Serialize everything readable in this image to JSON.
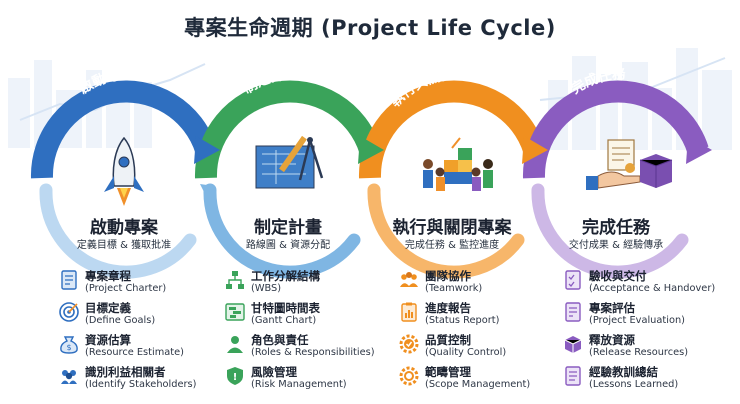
{
  "title": "專案生命週期 (Project Life Cycle)",
  "colors": {
    "blue": "#2f6fc0",
    "green": "#3aa35a",
    "orange": "#f08f1f",
    "purple": "#8a5cc0",
    "light_blue": "#7fb6e3"
  },
  "phases": [
    {
      "arc_label": "啟動專案",
      "title": "啟動專案",
      "subtitle": "定義目標 & 獲取批准",
      "illustration": "rocket-icon",
      "items": [
        {
          "zh": "專案章程",
          "en": "(Project Charter)",
          "icon": "document-icon"
        },
        {
          "zh": "目標定義",
          "en": "(Define Goals)",
          "icon": "target-icon"
        },
        {
          "zh": "資源估算",
          "en": "(Resource Estimate)",
          "icon": "money-bag-icon"
        },
        {
          "zh": "識別利益相關者",
          "en": "(Identify Stakeholders)",
          "icon": "people-icon"
        }
      ]
    },
    {
      "arc_label": "制定計畫",
      "title": "制定計畫",
      "subtitle": "路線圖 & 資源分配",
      "illustration": "blueprint-compass-icon",
      "items": [
        {
          "zh": "工作分解結構",
          "en": "(WBS)",
          "icon": "hierarchy-icon"
        },
        {
          "zh": "甘特圖時間表",
          "en": "(Gantt Chart)",
          "icon": "gantt-icon"
        },
        {
          "zh": "角色與責任",
          "en": "(Roles & Responsibilities)",
          "icon": "person-roles-icon"
        },
        {
          "zh": "風險管理",
          "en": "(Risk Management)",
          "icon": "shield-icon"
        }
      ]
    },
    {
      "arc_label": "執行與關閉專案",
      "title": "執行與關閉專案",
      "subtitle": "完成任務 & 監控進度",
      "illustration": "team-building-icon",
      "items": [
        {
          "zh": "團隊協作",
          "en": "(Teamwork)",
          "icon": "team-icon"
        },
        {
          "zh": "進度報告",
          "en": "(Status Report)",
          "icon": "clipboard-icon"
        },
        {
          "zh": "品質控制",
          "en": "(Quality Control)",
          "icon": "gear-check-icon"
        },
        {
          "zh": "範疇管理",
          "en": "(Scope Management)",
          "icon": "scope-gear-icon"
        }
      ]
    },
    {
      "arc_label": "完成任務",
      "title": "完成任務",
      "subtitle": "交付成果 & 經驗傳承",
      "illustration": "handover-icon",
      "items": [
        {
          "zh": "驗收與交付",
          "en": "(Acceptance & Handover)",
          "icon": "checklist-icon"
        },
        {
          "zh": "專案評估",
          "en": "(Project Evaluation)",
          "icon": "evaluation-icon"
        },
        {
          "zh": "釋放資源",
          "en": "(Release Resources)",
          "icon": "box-icon"
        },
        {
          "zh": "經驗教訓總結",
          "en": "(Lessons Learned)",
          "icon": "notes-icon"
        }
      ]
    }
  ]
}
